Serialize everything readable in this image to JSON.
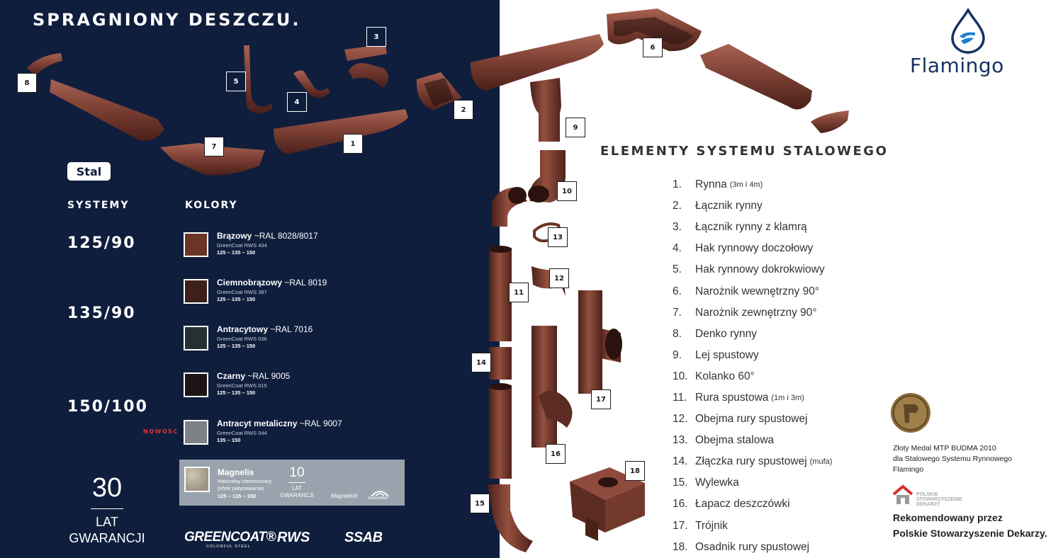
{
  "headline": "SPRAGNIONY DESZCZU.",
  "logo": {
    "brand": "Flamingo",
    "drop-icon": "water-drop-icon"
  },
  "callouts": [
    "1",
    "2",
    "3",
    "4",
    "5",
    "6",
    "7",
    "8",
    "9",
    "10",
    "11",
    "12",
    "13",
    "14",
    "15",
    "16",
    "17",
    "18"
  ],
  "material_badge": "Stal",
  "systems_heading": "SYSTEMY",
  "colors_heading": "KOLORY",
  "systems": [
    "125/90",
    "135/90",
    "150/100"
  ],
  "colors": [
    {
      "name": "Brązowy",
      "ral": " ~RAL 8028/8017",
      "coat": "GreenCoat RWS 434",
      "sizes": "125 – 135 – 150",
      "hex": "#6b3426"
    },
    {
      "name": "Ciemnobrązowy",
      "ral": " ~RAL 8019",
      "coat": "GreenCoat RWS 387",
      "sizes": "125 – 135 – 150",
      "hex": "#3d201b"
    },
    {
      "name": "Antracytowy",
      "ral": "  ~RAL 7016",
      "coat": "GreenCoat RWS 036",
      "sizes": "125 – 135 – 150",
      "hex": "#263034"
    },
    {
      "name": "Czarny",
      "ral": " ~RAL 9005",
      "coat": "GreenCoat RWS 015",
      "sizes": "125 – 135 – 150",
      "hex": "#1d1416"
    },
    {
      "name": "Antracyt metaliczny",
      "ral": " ~RAL 9007",
      "coat": "GreenCoat RWS 044",
      "sizes": "135 – 150",
      "hex": "#7c8286"
    }
  ],
  "new_tag": "NOWOŚĆ",
  "magnelis": {
    "title": "Magnelis",
    "desc1": "Naturalny ciemnoszary",
    "desc2": "(efekt patynowania)",
    "sizes": "125 – 135 – 150",
    "years": "10",
    "lat": "LAT",
    "guarantee": "GWARANCJI",
    "brand": "Magnelis®",
    "maker": "ArcelorMittal"
  },
  "warranty": {
    "years": "30",
    "lat": "LAT",
    "guarantee": "GWARANCJI"
  },
  "brands": {
    "greencoat": "GREENCOAT®",
    "greencoat_sub": "COLORFUL STEEL",
    "rws": "RWS",
    "ssab": "SSAB"
  },
  "list_heading": "ELEMENTY SYSTEMU STALOWEGO",
  "items": [
    {
      "num": "1.",
      "label": "Rynna",
      "note": "(3m i 4m)"
    },
    {
      "num": "2.",
      "label": "Łącznik rynny",
      "note": ""
    },
    {
      "num": "3.",
      "label": "Łącznik rynny z klamrą",
      "note": ""
    },
    {
      "num": "4.",
      "label": "Hak rynnowy doczołowy",
      "note": ""
    },
    {
      "num": "5.",
      "label": "Hak rynnowy dokrokwiowy",
      "note": ""
    },
    {
      "num": "6.",
      "label": "Narożnik wewnętrzny 90°",
      "note": ""
    },
    {
      "num": "7.",
      "label": "Narożnik zewnętrzny 90°",
      "note": ""
    },
    {
      "num": "8.",
      "label": "Denko rynny",
      "note": ""
    },
    {
      "num": "9.",
      "label": "Lej spustowy",
      "note": ""
    },
    {
      "num": "10.",
      "label": "Kolanko 60°",
      "note": ""
    },
    {
      "num": "11.",
      "label": "Rura spustowa",
      "note": "(1m i 3m)"
    },
    {
      "num": "12.",
      "label": "Obejma rury spustowej",
      "note": ""
    },
    {
      "num": "13.",
      "label": "Obejma stalowa",
      "note": ""
    },
    {
      "num": "14.",
      "label": "Złączka rury spustowej",
      "note": "(mufa)"
    },
    {
      "num": "15.",
      "label": "Wylewka",
      "note": ""
    },
    {
      "num": "16.",
      "label": "Łapacz deszczówki",
      "note": ""
    },
    {
      "num": "17.",
      "label": "Trójnik",
      "note": ""
    },
    {
      "num": "18.",
      "label": "Osadnik rury spustowej",
      "note": ""
    }
  ],
  "award": {
    "line1": "Złoty Medal MTP BUDMA 2010",
    "line2": "dla Stalowego Systemu Rynnowego",
    "line3": "Flamingo"
  },
  "psd": {
    "l1": "POLSKIE",
    "l2": "STOWARZYSZENIE",
    "l3": "DEKARZY"
  },
  "recommended": {
    "line1": "Rekomendowany przez",
    "line2": "Polskie Stowarzyszenie Dekarzy."
  },
  "colors_theme": {
    "panel": "#0f1e3d",
    "copper": "#7a3e33",
    "brand_blue": "#143260"
  }
}
